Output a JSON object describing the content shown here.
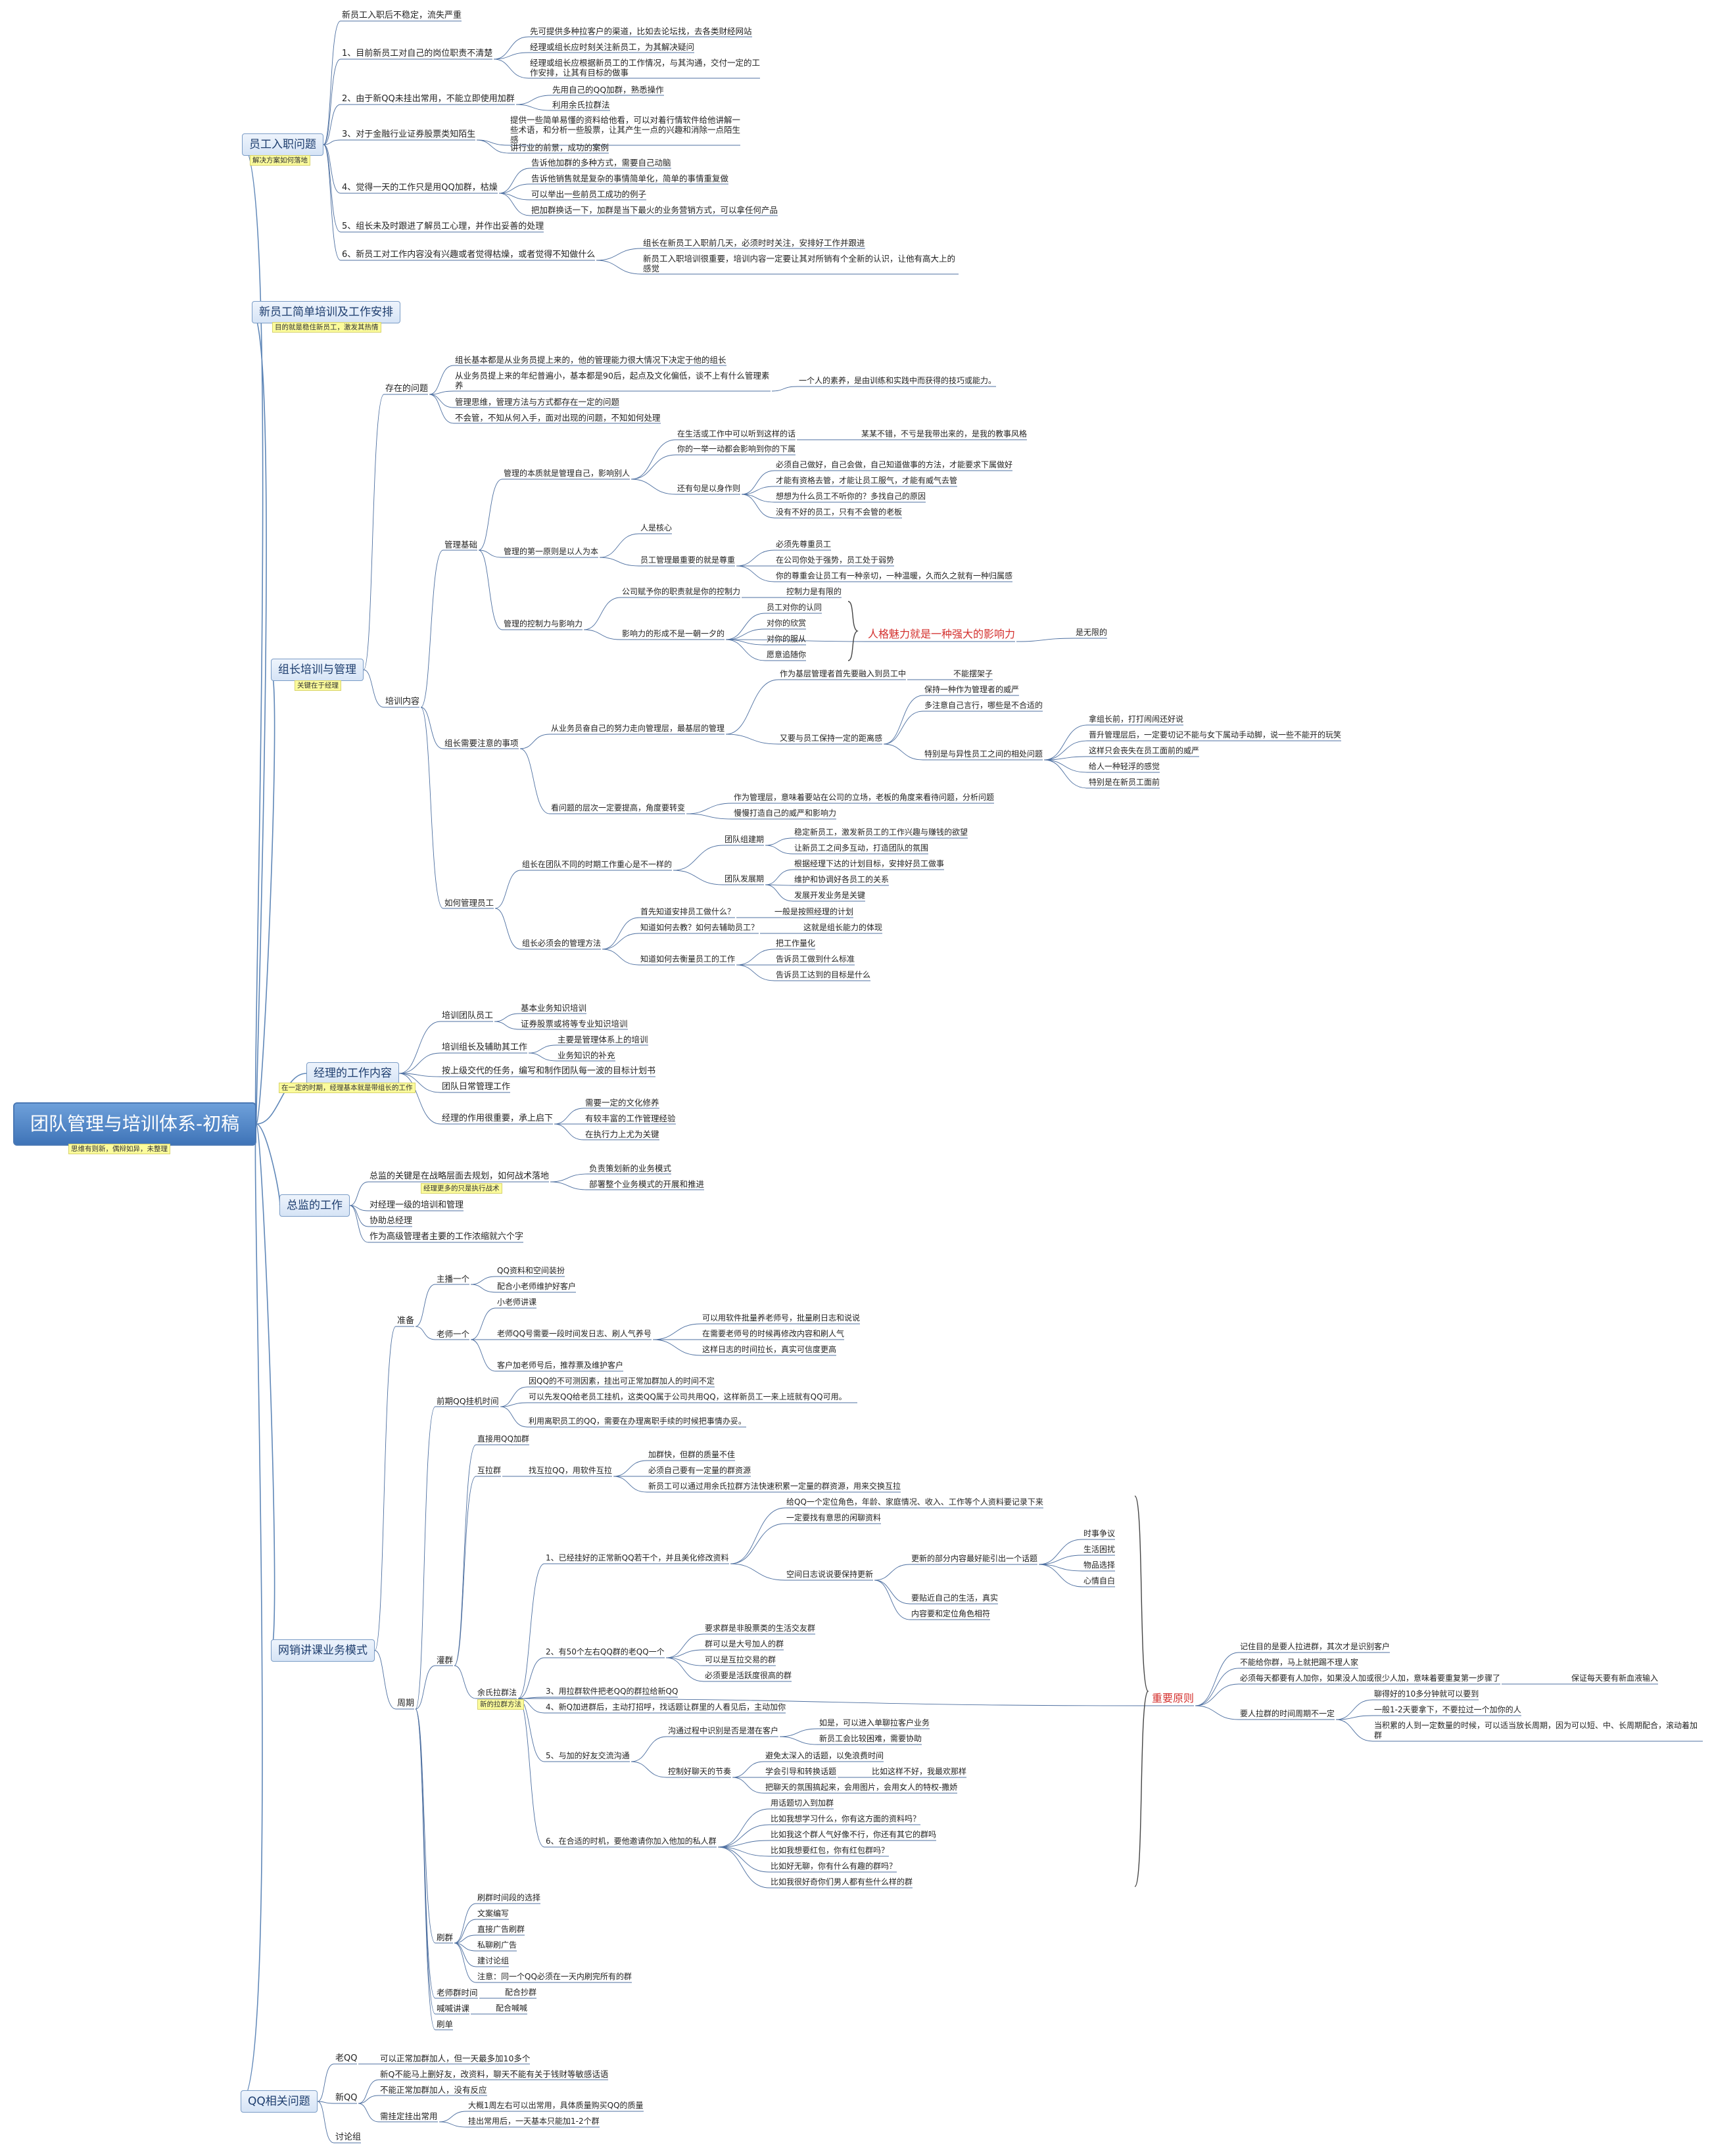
{
  "root": {
    "label": "团队管理与培训体系-初稿",
    "note": "思维有则新，偶辩如异，未整理"
  },
  "nodes": [
    {
      "id": "b1",
      "label": "员工入职问题",
      "note": "解决方案如何落地",
      "level": 1
    },
    {
      "id": "b1a",
      "parent": "b1",
      "label": "新员工入职后不稳定，流失严重"
    },
    {
      "id": "b1b",
      "parent": "b1",
      "label": "1、目前新员工对自己的岗位职责不清楚"
    },
    {
      "id": "b1b1",
      "parent": "b1b",
      "label": "先可提供多种拉客户的渠道，比如去论坛找，去各类财经网站"
    },
    {
      "id": "b1b2",
      "parent": "b1b",
      "label": "经理或组长应时刻关注新员工，为其解决疑问"
    },
    {
      "id": "b1b3",
      "parent": "b1b",
      "label": "经理或组长应根据新员工的工作情况，与其沟通，交付一定的工作安排，让其有目标的做事"
    },
    {
      "id": "b1c",
      "parent": "b1",
      "label": "2、由于新QQ未挂出常用，不能立即使用加群"
    },
    {
      "id": "b1c1",
      "parent": "b1c",
      "label": "先用自己的QQ加群，熟悉操作"
    },
    {
      "id": "b1c2",
      "parent": "b1c",
      "label": "利用余氏拉群法"
    },
    {
      "id": "b1d",
      "parent": "b1",
      "label": "3、对于金融行业证券股票类知陌生"
    },
    {
      "id": "b1d1",
      "parent": "b1d",
      "label": "提供一些简单易懂的资料给他看，可以对着行情软件给他讲解一些术语，和分析一些股票，让其产生一点的兴趣和消除一点陌生感"
    },
    {
      "id": "b1d2",
      "parent": "b1d",
      "label": "讲行业的前景，成功的案例"
    },
    {
      "id": "b1e",
      "parent": "b1",
      "label": "4、觉得一天的工作只是用QQ加群，枯燥"
    },
    {
      "id": "b1e1",
      "parent": "b1e",
      "label": "告诉他加群的多种方式，需要自己动脑"
    },
    {
      "id": "b1e2",
      "parent": "b1e",
      "label": "告诉他销售就是复杂的事情简单化，简单的事情重复做"
    },
    {
      "id": "b1e3",
      "parent": "b1e",
      "label": "可以举出一些前员工成功的例子"
    },
    {
      "id": "b1e4",
      "parent": "b1e",
      "label": "把加群换话一下，加群是当下最火的业务营销方式，可以拿任何产品"
    },
    {
      "id": "b1f",
      "parent": "b1",
      "label": "5、组长未及时跟进了解员工心理，并作出妥善的处理"
    },
    {
      "id": "b1g",
      "parent": "b1",
      "label": "6、新员工对工作内容没有兴趣或者觉得枯燥，或者觉得不知做什么"
    },
    {
      "id": "b1g1",
      "parent": "b1g",
      "label": "组长在新员工入职前几天，必须时时关注，安排好工作并跟进"
    },
    {
      "id": "b1g2",
      "parent": "b1g",
      "label": "新员工入职培训很重要，培训内容一定要让其对所销有个全新的认识，让他有高大上的感觉"
    },
    {
      "id": "b2",
      "label": "新员工简单培训及工作安排",
      "note": "目的就是稳住新员工，激发其热情",
      "level": 1
    },
    {
      "id": "b3",
      "label": "组长培训与管理",
      "note": "关键在于经理",
      "level": 1
    },
    {
      "id": "b3a",
      "parent": "b3",
      "label": "存在的问题"
    },
    {
      "id": "b3a1",
      "parent": "b3a",
      "label": "组长基本都是从业务员提上来的，他的管理能力很大情况下决定于他的组长"
    },
    {
      "id": "b3a2",
      "parent": "b3a",
      "label": "从业务员提上来的年纪普遍小，基本都是90后，起点及文化偏低，谈不上有什么管理素养"
    },
    {
      "id": "b3a2a",
      "parent": "b3a2",
      "label": "一个人的素养，是由训练和实践中而获得的技巧或能力。"
    },
    {
      "id": "b3a3",
      "parent": "b3a",
      "label": "管理思维，管理方法与方式都存在一定的问题"
    },
    {
      "id": "b3a4",
      "parent": "b3a",
      "label": "不会管，不知从何入手，面对出现的问题，不知如何处理"
    },
    {
      "id": "b3b",
      "parent": "b3",
      "label": "培训内容"
    },
    {
      "id": "b3b1",
      "parent": "b3b",
      "label": "管理基础"
    },
    {
      "id": "b3b1a",
      "parent": "b3b1",
      "label": "管理的本质就是管理自己，影响别人"
    },
    {
      "id": "b3b1a1",
      "parent": "b3b1a",
      "label": "在生活或工作中可以听到这样的话"
    },
    {
      "id": "b3b1a1x",
      "parent": "b3b1a1",
      "label": "某某不错，不亏是我带出来的，是我的教事风格"
    },
    {
      "id": "b3b1a2",
      "parent": "b3b1a",
      "label": "你的一举一动都会影响到你的下属"
    },
    {
      "id": "b3b1a3",
      "parent": "b3b1a",
      "label": "还有句是以身作则"
    },
    {
      "id": "b3b1a3a",
      "parent": "b3b1a3",
      "label": "必须自己做好，自己会做，自己知道做事的方法，才能要求下属做好"
    },
    {
      "id": "b3b1a3b",
      "parent": "b3b1a3",
      "label": "才能有资格去管，才能让员工服气，才能有威气去管"
    },
    {
      "id": "b3b1a3c",
      "parent": "b3b1a3",
      "label": "想想为什么员工不听你的？多找自己的原因"
    },
    {
      "id": "b3b1a3d",
      "parent": "b3b1a3",
      "label": "没有不好的员工，只有不会管的老板"
    },
    {
      "id": "b3b1b",
      "parent": "b3b1",
      "label": "管理的第一原则是以人为本"
    },
    {
      "id": "b3b1b1",
      "parent": "b3b1b",
      "label": "人是核心"
    },
    {
      "id": "b3b1b2",
      "parent": "b3b1b",
      "label": "员工管理最重要的就是尊重"
    },
    {
      "id": "b3b1b2a",
      "parent": "b3b1b2",
      "label": "必须先尊重员工"
    },
    {
      "id": "b3b1b2b",
      "parent": "b3b1b2",
      "label": "在公司你处于强势，员工处于弱势"
    },
    {
      "id": "b3b1b2c",
      "parent": "b3b1b2",
      "label": "你的尊重会让员工有一种亲切，一种温暖，久而久之就有一种归属感"
    },
    {
      "id": "b3b1c",
      "parent": "b3b1",
      "label": "管理的控制力与影响力"
    },
    {
      "id": "b3b1c1",
      "parent": "b3b1c",
      "label": "公司赋予你的职责就是你的控制力"
    },
    {
      "id": "b3b1c1x",
      "parent": "b3b1c1",
      "label": "控制力是有限的"
    },
    {
      "id": "b3b1c2",
      "parent": "b3b1c",
      "label": "影响力的形成不是一朝一夕的"
    },
    {
      "id": "b3b1c2a",
      "parent": "b3b1c2",
      "label": "员工对你的认同"
    },
    {
      "id": "b3b1c2b",
      "parent": "b3b1c2",
      "label": "对你的欣赏"
    },
    {
      "id": "b3b1c2c",
      "parent": "b3b1c2",
      "label": "对你的服从"
    },
    {
      "id": "b3b1c2d",
      "parent": "b3b1c2",
      "label": "愿意追随你"
    },
    {
      "id": "b3b1c2s",
      "parent": "b3b1c2",
      "label": "人格魅力就是一种强大的影响力"
    },
    {
      "id": "b3b1c2sx",
      "parent": "b3b1c2s",
      "label": "是无限的"
    },
    {
      "id": "b3b2",
      "parent": "b3b",
      "label": "组长需要注意的事项"
    },
    {
      "id": "b3b2a",
      "parent": "b3b2",
      "label": "从业务员奋自己的努力走向管理层，最基层的管理"
    },
    {
      "id": "b3b2a1",
      "parent": "b3b2a",
      "label": "作为基层管理者首先要融入到员工中"
    },
    {
      "id": "b3b2a1x",
      "parent": "b3b2a1",
      "label": "不能摆架子"
    },
    {
      "id": "b3b2a2",
      "parent": "b3b2a",
      "label": "又要与员工保持一定的距离感"
    },
    {
      "id": "b3b2a2a",
      "parent": "b3b2a2",
      "label": "保持一种作为管理者的威严"
    },
    {
      "id": "b3b2a2b",
      "parent": "b3b2a2",
      "label": "多注意自己言行，哪些是不合适的"
    },
    {
      "id": "b3b2a2c",
      "parent": "b3b2a2",
      "label": "特别是与异性员工之间的相处问题"
    },
    {
      "id": "b3b2a2c1",
      "parent": "b3b2a2c",
      "label": "拿组长前，打打闹闹还好说"
    },
    {
      "id": "b3b2a2c2",
      "parent": "b3b2a2c",
      "label": "晋升管理层后，一定要切记不能与女下属动手动脚，说一些不能开的玩笑"
    },
    {
      "id": "b3b2a2c3",
      "parent": "b3b2a2c",
      "label": "这样只会丧失在员工面前的威严"
    },
    {
      "id": "b3b2a2c4",
      "parent": "b3b2a2c",
      "label": "给人一种轻浮的感觉"
    },
    {
      "id": "b3b2a2c5",
      "parent": "b3b2a2c",
      "label": "特别是在新员工面前"
    },
    {
      "id": "b3b2b",
      "parent": "b3b2",
      "label": "看问题的层次一定要提高，角度要转变"
    },
    {
      "id": "b3b2b1",
      "parent": "b3b2b",
      "label": "作为管理层，意味着要站在公司的立场，老板的角度来看待问题，分析问题"
    },
    {
      "id": "b3b2b2",
      "parent": "b3b2b",
      "label": "慢慢打造自己的威严和影响力"
    },
    {
      "id": "b3b3",
      "parent": "b3b",
      "label": "如何管理员工"
    },
    {
      "id": "b3b3a",
      "parent": "b3b3",
      "label": "组长在团队不同的时期工作重心是不一样的"
    },
    {
      "id": "b3b3a1",
      "parent": "b3b3a",
      "label": "团队组建期"
    },
    {
      "id": "b3b3a1a",
      "parent": "b3b3a1",
      "label": "稳定新员工，激发新员工的工作兴趣与赚钱的欲望"
    },
    {
      "id": "b3b3a1b",
      "parent": "b3b3a1",
      "label": "让新员工之间多互动，打造团队的氛围"
    },
    {
      "id": "b3b3a2",
      "parent": "b3b3a",
      "label": "团队发展期"
    },
    {
      "id": "b3b3a2a",
      "parent": "b3b3a2",
      "label": "根据经理下达的计划目标，安排好员工做事"
    },
    {
      "id": "b3b3a2b",
      "parent": "b3b3a2",
      "label": "维护和协调好各员工的关系"
    },
    {
      "id": "b3b3a2c",
      "parent": "b3b3a2",
      "label": "发展开发业务是关键"
    },
    {
      "id": "b3b3b",
      "parent": "b3b3",
      "label": "组长必须会的管理方法"
    },
    {
      "id": "b3b3b1",
      "parent": "b3b3b",
      "label": "首先知道安排员工做什么？"
    },
    {
      "id": "b3b3b1x",
      "parent": "b3b3b1",
      "label": "一般是按照经理的计划"
    },
    {
      "id": "b3b3b2",
      "parent": "b3b3b",
      "label": "知道如何去教？如何去辅助员工？"
    },
    {
      "id": "b3b3b2x",
      "parent": "b3b3b2",
      "label": "这就是组长能力的体现"
    },
    {
      "id": "b3b3b3",
      "parent": "b3b3b",
      "label": "知道如何去衡量员工的工作"
    },
    {
      "id": "b3b3b3a",
      "parent": "b3b3b3",
      "label": "把工作量化"
    },
    {
      "id": "b3b3b3b",
      "parent": "b3b3b3",
      "label": "告诉员工做到什么标准"
    },
    {
      "id": "b3b3b3c",
      "parent": "b3b3b3",
      "label": "告诉员工达到的目标是什么"
    },
    {
      "id": "b4",
      "label": "经理的工作内容",
      "note": "在一定的时期，经理基本就是带组长的工作",
      "level": 1
    },
    {
      "id": "b4a",
      "parent": "b4",
      "label": "培训团队员工"
    },
    {
      "id": "b4a1",
      "parent": "b4a",
      "label": "基本业务知识培训"
    },
    {
      "id": "b4a2",
      "parent": "b4a",
      "label": "证券股票或将等专业知识培训"
    },
    {
      "id": "b4b",
      "parent": "b4",
      "label": "培训组长及辅助其工作"
    },
    {
      "id": "b4b1",
      "parent": "b4b",
      "label": "主要是管理体系上的培训"
    },
    {
      "id": "b4b2",
      "parent": "b4b",
      "label": "业务知识的补充"
    },
    {
      "id": "b4c",
      "parent": "b4",
      "label": "按上级交代的任务，编写和制作团队每一波的目标计划书"
    },
    {
      "id": "b4d",
      "parent": "b4",
      "label": "团队日常管理工作"
    },
    {
      "id": "b4e",
      "parent": "b4",
      "label": "经理的作用很重要，承上启下"
    },
    {
      "id": "b4e1",
      "parent": "b4e",
      "label": "需要一定的文化修养"
    },
    {
      "id": "b4e2",
      "parent": "b4e",
      "label": "有较丰富的工作管理经验"
    },
    {
      "id": "b4e3",
      "parent": "b4e",
      "label": "在执行力上尤为关键"
    },
    {
      "id": "b5",
      "label": "总监的工作",
      "level": 1
    },
    {
      "id": "b5a",
      "parent": "b5",
      "label": "总监的关键是在战略层面去规划，如何战术落地",
      "note": "经理更多的只是执行战术"
    },
    {
      "id": "b5a1",
      "parent": "b5a",
      "label": "负责策划新的业务模式"
    },
    {
      "id": "b5a2",
      "parent": "b5a",
      "label": "部署整个业务模式的开展和推进"
    },
    {
      "id": "b5b",
      "parent": "b5",
      "label": "对经理一级的培训和管理"
    },
    {
      "id": "b5c",
      "parent": "b5",
      "label": "协助总经理"
    },
    {
      "id": "b5d",
      "parent": "b5",
      "label": "作为高级管理者主要的工作浓缩就六个字"
    },
    {
      "id": "b6",
      "label": "网销讲课业务模式",
      "level": 1
    },
    {
      "id": "b6a",
      "parent": "b6",
      "label": "准备"
    },
    {
      "id": "b6a1",
      "parent": "b6a",
      "label": "主播一个"
    },
    {
      "id": "b6a1a",
      "parent": "b6a1",
      "label": "QQ资料和空间装扮"
    },
    {
      "id": "b6a1b",
      "parent": "b6a1",
      "label": "配合小老师维护好客户"
    },
    {
      "id": "b6a2",
      "parent": "b6a",
      "label": "老师一个"
    },
    {
      "id": "b6a2a",
      "parent": "b6a2",
      "label": "小老师讲课"
    },
    {
      "id": "b6a2b",
      "parent": "b6a2",
      "label": "老师QQ号需要一段时间发日志、刷人气养号"
    },
    {
      "id": "b6a2b1",
      "parent": "b6a2b",
      "label": "可以用软件批量养老师号，批量刷日志和说说"
    },
    {
      "id": "b6a2b2",
      "parent": "b6a2b",
      "label": "在需要老师号的时候再修改内容和刷人气"
    },
    {
      "id": "b6a2b3",
      "parent": "b6a2b",
      "label": "这样日志的时间拉长，真实可信度更高"
    },
    {
      "id": "b6a2c",
      "parent": "b6a2",
      "label": "客户加老师号后，推荐票及维护客户"
    },
    {
      "id": "b6b",
      "parent": "b6",
      "label": "周期"
    },
    {
      "id": "b6b1",
      "parent": "b6b",
      "label": "前期QQ挂机时间"
    },
    {
      "id": "b6b1a",
      "parent": "b6b1",
      "label": "因QQ的不可测因素，挂出可正常加群加人的时间不定"
    },
    {
      "id": "b6b1b",
      "parent": "b6b1",
      "label": "可以先发QQ给老员工挂机，这类QQ属于公司共用QQ，这样新员工一来上班就有QQ可用。"
    },
    {
      "id": "b6b1c",
      "parent": "b6b1",
      "label": "利用离职员工的QQ，需要在办理离职手续的时候把事情办妥。"
    },
    {
      "id": "b6b2",
      "parent": "b6b",
      "label": "灌群"
    },
    {
      "id": "b6b2a",
      "parent": "b6b2",
      "label": "直接用QQ加群"
    },
    {
      "id": "b6b2b",
      "parent": "b6b2",
      "label": "互拉群"
    },
    {
      "id": "b6b2b0",
      "parent": "b6b2b",
      "label": "找互拉QQ，用软件互拉"
    },
    {
      "id": "b6b2b1",
      "parent": "b6b2b0",
      "label": "加群快，但群的质量不佳"
    },
    {
      "id": "b6b2b2",
      "parent": "b6b2b0",
      "label": "必须自己要有一定量的群资源"
    },
    {
      "id": "b6b2b3",
      "parent": "b6b2b0",
      "label": "新员工可以通过用余氏拉群方法快速积累一定量的群资源，用来交换互拉"
    },
    {
      "id": "b6b2c",
      "parent": "b6b2",
      "label": "余氏拉群法",
      "note": "新的拉群方法"
    },
    {
      "id": "b6b2c1",
      "parent": "b6b2c",
      "label": "1、已经挂好的正常新QQ若干个，并且美化修改资料"
    },
    {
      "id": "b6b2c1a",
      "parent": "b6b2c1",
      "label": "给QQ一个定位角色，年龄、家庭情况、收入、工作等个人资料要记录下来"
    },
    {
      "id": "b6b2c1b",
      "parent": "b6b2c1",
      "label": "一定要找有意思的闲聊资料"
    },
    {
      "id": "b6b2c1c",
      "parent": "b6b2c1",
      "label": "空间日志说说要保持更新"
    },
    {
      "id": "b6b2c1c1",
      "parent": "b6b2c1c",
      "label": "更新的部分内容最好能引出一个话题"
    },
    {
      "id": "b6b2c1c1a",
      "parent": "b6b2c1c1",
      "label": "时事争议"
    },
    {
      "id": "b6b2c1c1b",
      "parent": "b6b2c1c1",
      "label": "生活困扰"
    },
    {
      "id": "b6b2c1c1c",
      "parent": "b6b2c1c1",
      "label": "物品选择"
    },
    {
      "id": "b6b2c1c1d",
      "parent": "b6b2c1c1",
      "label": "心情自白"
    },
    {
      "id": "b6b2c1c2",
      "parent": "b6b2c1c",
      "label": "要贴近自己的生活，真实"
    },
    {
      "id": "b6b2c1c3",
      "parent": "b6b2c1c",
      "label": "内容要和定位角色相符"
    },
    {
      "id": "b6b2c2",
      "parent": "b6b2c",
      "label": "2、有50个左右QQ群的老QQ一个"
    },
    {
      "id": "b6b2c2a",
      "parent": "b6b2c2",
      "label": "要求群是非股票类的生活交友群"
    },
    {
      "id": "b6b2c2b",
      "parent": "b6b2c2",
      "label": "群可以是大号加人的群"
    },
    {
      "id": "b6b2c2c",
      "parent": "b6b2c2",
      "label": "可以是互拉交易的群"
    },
    {
      "id": "b6b2c2d",
      "parent": "b6b2c2",
      "label": "必须要是活跃度很高的群"
    },
    {
      "id": "b6b2c3",
      "parent": "b6b2c",
      "label": "3、用拉群软件把老QQ的群拉给新QQ"
    },
    {
      "id": "b6b2c4",
      "parent": "b6b2c",
      "label": "4、新Q加进群后，主动打招呼，找话题让群里的人看见后，主动加你"
    },
    {
      "id": "b6b2c5",
      "parent": "b6b2c",
      "label": "5、与加的好友交流沟通"
    },
    {
      "id": "b6b2c5a",
      "parent": "b6b2c5",
      "label": "沟通过程中识别是否是潜在客户"
    },
    {
      "id": "b6b2c5a1",
      "parent": "b6b2c5a",
      "label": "如是，可以进入单聊拉客户业务"
    },
    {
      "id": "b6b2c5a2",
      "parent": "b6b2c5a",
      "label": "新员工会比较困难，需要协助"
    },
    {
      "id": "b6b2c5b",
      "parent": "b6b2c5",
      "label": "控制好聊天的节奏"
    },
    {
      "id": "b6b2c5b1",
      "parent": "b6b2c5b",
      "label": "避免太深入的话题，以免浪费时间"
    },
    {
      "id": "b6b2c5b2",
      "parent": "b6b2c5b",
      "label": "学会引导和转换话题"
    },
    {
      "id": "b6b2c5b2x",
      "parent": "b6b2c5b2",
      "label": "比如这样不好，我最欢那样"
    },
    {
      "id": "b6b2c5b3",
      "parent": "b6b2c5b",
      "label": "把聊天的氛围搞起来，会用图片，会用女人的特权-撒娇"
    },
    {
      "id": "b6b2c6",
      "parent": "b6b2c",
      "label": "6、在合适的时机，要他邀请你加入他加的私人群"
    },
    {
      "id": "b6b2c6a",
      "parent": "b6b2c6",
      "label": "用话题切入到加群"
    },
    {
      "id": "b6b2c6b",
      "parent": "b6b2c6",
      "label": "比如我想学习什么，你有这方面的资料吗？"
    },
    {
      "id": "b6b2c6c",
      "parent": "b6b2c6",
      "label": "比如我这个群人气好像不行，你还有其它的群吗"
    },
    {
      "id": "b6b2c6d",
      "parent": "b6b2c6",
      "label": "比如我想要红包，你有红包群吗？"
    },
    {
      "id": "b6b2c6e",
      "parent": "b6b2c6",
      "label": "比如好无聊，你有什么有趣的群吗？"
    },
    {
      "id": "b6b2c6f",
      "parent": "b6b2c6",
      "label": "比如我很好奇你们男人都有些什么样的群"
    },
    {
      "id": "b6b2s",
      "parent": "b6b2c",
      "label": "重要原则"
    },
    {
      "id": "b6b2s1",
      "parent": "b6b2s",
      "label": "记住目的是要人拉进群，其次才是识别客户"
    },
    {
      "id": "b6b2s2",
      "parent": "b6b2s",
      "label": "不能给你群，马上就把踢不理人家"
    },
    {
      "id": "b6b2s3",
      "parent": "b6b2s",
      "label": "必须每天都要有人加你，如果没人加或很少人加，意味着要重复第一步骤了"
    },
    {
      "id": "b6b2s3x",
      "parent": "b6b2s3",
      "label": "保证每天要有新血液输入"
    },
    {
      "id": "b6b2s4",
      "parent": "b6b2s",
      "label": "要人拉群的时间周期不一定"
    },
    {
      "id": "b6b2s4a",
      "parent": "b6b2s4",
      "label": "聊得好的10多分钟就可以要到"
    },
    {
      "id": "b6b2s4b",
      "parent": "b6b2s4",
      "label": "一般1-2天要拿下，不要拉过一个加你的人"
    },
    {
      "id": "b6b2s4c",
      "parent": "b6b2s4",
      "label": "当积累的人到一定数量的时候，可以适当放长周期，因为可以短、中、长周期配合，滚动着加群"
    },
    {
      "id": "b6b3",
      "parent": "b6b",
      "label": "刷群"
    },
    {
      "id": "b6b3a",
      "parent": "b6b3",
      "label": "刷群时间段的选择"
    },
    {
      "id": "b6b3b",
      "parent": "b6b3",
      "label": "文案编写"
    },
    {
      "id": "b6b3c",
      "parent": "b6b3",
      "label": "直接广告刷群"
    },
    {
      "id": "b6b3d",
      "parent": "b6b3",
      "label": "私聊刷广告"
    },
    {
      "id": "b6b3e",
      "parent": "b6b3",
      "label": "建讨论组"
    },
    {
      "id": "b6b3f",
      "parent": "b6b3",
      "label": "注意：同一个QQ必须在一天内刷完所有的群"
    },
    {
      "id": "b6b4",
      "parent": "b6b",
      "label": "老师群时间"
    },
    {
      "id": "b6b4x",
      "parent": "b6b4",
      "label": "配合抄群"
    },
    {
      "id": "b6b5",
      "parent": "b6b",
      "label": "喊喊讲课"
    },
    {
      "id": "b6b5x",
      "parent": "b6b5",
      "label": "配合喊喊"
    },
    {
      "id": "b6b6",
      "parent": "b6b",
      "label": "刷单"
    },
    {
      "id": "b7",
      "label": "QQ相关问题",
      "level": 1
    },
    {
      "id": "b7a",
      "parent": "b7",
      "label": "老QQ"
    },
    {
      "id": "b7ax",
      "parent": "b7a",
      "label": "可以正常加群加人，但一天最多加10多个"
    },
    {
      "id": "b7b",
      "parent": "b7",
      "label": "新QQ"
    },
    {
      "id": "b7b1",
      "parent": "b7b",
      "label": "新Q不能马上删好友，改资料，聊天不能有关于钱财等敏感话语"
    },
    {
      "id": "b7b2",
      "parent": "b7b",
      "label": "不能正常加群加人，没有反应"
    },
    {
      "id": "b7b3",
      "parent": "b7b",
      "label": "需挂定挂出常用"
    },
    {
      "id": "b7b3a",
      "parent": "b7b3",
      "label": "大概1周左右可以出常用，具体质量购买QQ的质量"
    },
    {
      "id": "b7b3b",
      "parent": "b7b3",
      "label": "挂出常用后，一天基本只能加1-2个群"
    },
    {
      "id": "b7c",
      "parent": "b7",
      "label": "讨论组"
    }
  ]
}
